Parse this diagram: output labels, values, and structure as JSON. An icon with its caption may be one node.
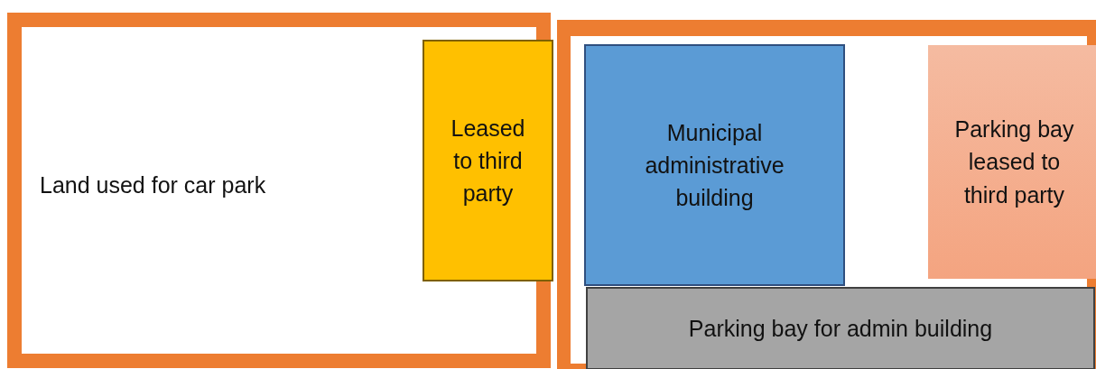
{
  "diagram": {
    "nodes": [
      {
        "text": [
          "Land used for car park"
        ]
      },
      {
        "text": [
          "Leased to third party"
        ],
        "in": 0
      },
      {
        "text": [],
        "shape": "box"
      },
      {
        "text": [
          "Municipal administrative building"
        ],
        "in": 2
      },
      {
        "text": [
          "Parking bay leased to third party"
        ],
        "in": 2
      },
      {
        "text": [
          "Parking bay for admin building"
        ],
        "in": 2
      }
    ]
  }
}
